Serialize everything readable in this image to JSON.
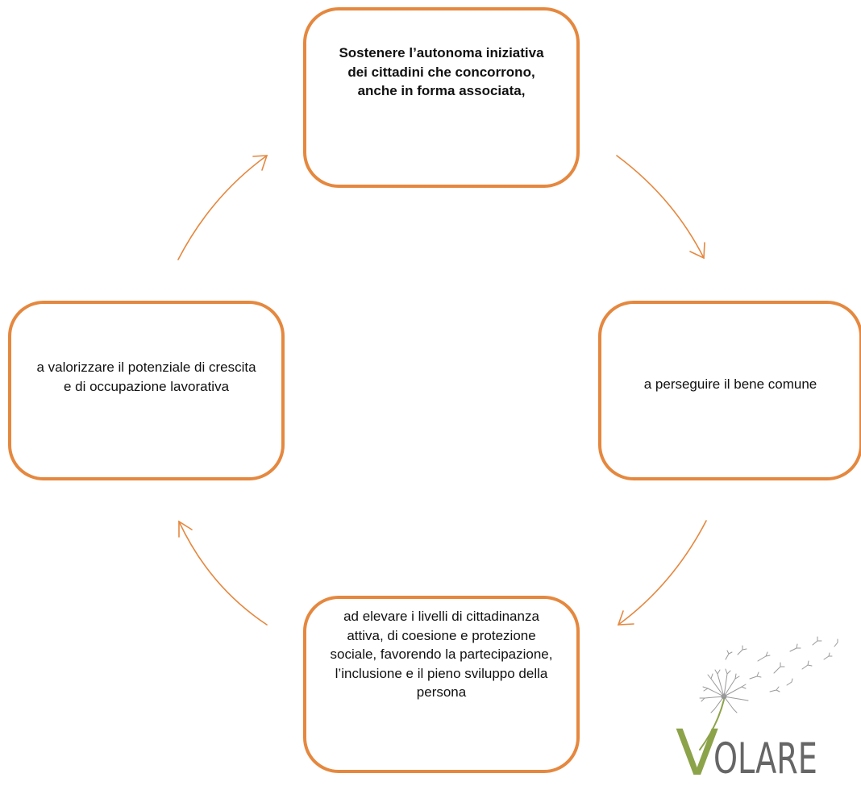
{
  "diagram": {
    "type": "cycle",
    "colors": {
      "accent": "#e5883f",
      "text": "#111111",
      "logo_green": "#8ca34a",
      "logo_gray": "#666666"
    },
    "nodes": {
      "top": "Sostenere l’autonoma iniziativa dei cittadini che concorrono, anche in forma associata,",
      "right": "a perseguire il bene comune",
      "bottom": "ad elevare i livelli di cittadinanza attiva, di coesione e protezione sociale, favorendo la partecipazione, l’inclusione e il pieno sviluppo della persona",
      "left": "a valorizzare il potenziale di crescita e di occupazione lavorativa"
    },
    "arrows": [
      "top-to-right",
      "right-to-bottom",
      "bottom-to-left",
      "left-to-top"
    ]
  },
  "logo": {
    "text": "VOLARE",
    "initial": "V",
    "rest": "OLARE",
    "icon": "dandelion-icon"
  }
}
